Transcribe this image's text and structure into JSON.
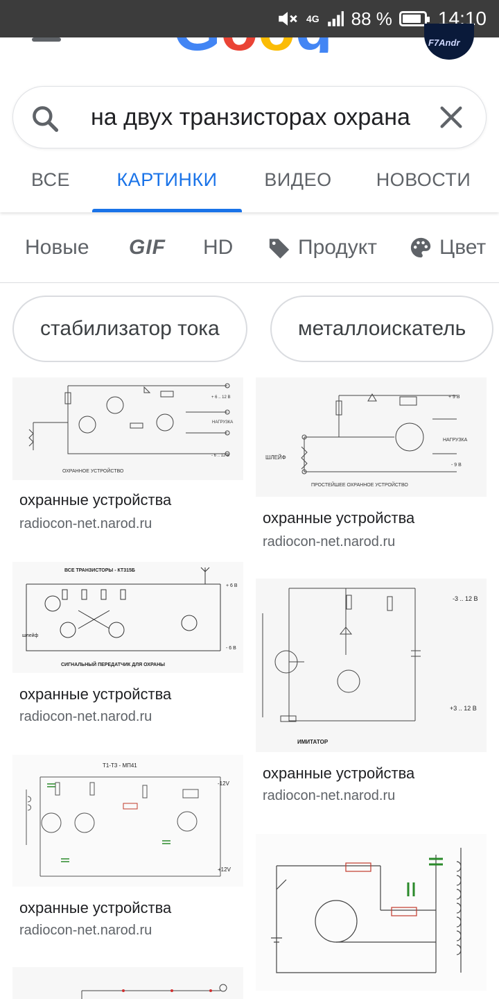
{
  "status_bar": {
    "network": "4G",
    "battery": "88 %",
    "battery_level": 0.88,
    "time": "14:10"
  },
  "header": {
    "logo": "Google",
    "avatar_text": "F7Andr",
    "search_query": "на двух транзисторах охрана",
    "tabs": [
      {
        "label": "ВСЕ"
      },
      {
        "label": "КАРТИНКИ",
        "active": true
      },
      {
        "label": "ВИДЕО"
      },
      {
        "label": "НОВОСТИ"
      }
    ]
  },
  "filters": [
    {
      "label": "Новые"
    },
    {
      "label": "GIF"
    },
    {
      "label": "HD"
    },
    {
      "label": "Продукт",
      "icon": "tag-icon"
    },
    {
      "label": "Цвет",
      "icon": "palette-icon"
    }
  ],
  "suggestions": [
    {
      "label": "стабилизатор тока"
    },
    {
      "label": "металлоискатель"
    }
  ],
  "results": [
    {
      "title": "охранные устройства",
      "source": "radiocon-net.narod.ru",
      "caption": "ОХРАННОЕ УСТРОЙСТВО"
    },
    {
      "title": "охранные устройства",
      "source": "radiocon-net.narod.ru",
      "caption": "ПРОСТЕЙШЕЕ ОХРАННОЕ УСТРОЙСТВО"
    },
    {
      "title": "охранные устройства",
      "source": "radiocon-net.narod.ru",
      "caption": "СИГНАЛЬНЫЙ ПЕРЕДАТЧИК ДЛЯ ОХРАНЫ",
      "top_label": "ВСЕ ТРАНЗИСТОРЫ - КТ315Б"
    },
    {
      "title": "охранные устройства",
      "source": "radiocon-net.narod.ru",
      "caption": "ИМИТАТОР"
    },
    {
      "title": "охранные устройства",
      "source": "radiocon-net.narod.ru",
      "top_label": "Т1-Т3 - МП41"
    },
    {
      "title": "",
      "source": "",
      "caption": ""
    },
    {
      "title": "",
      "source": ""
    }
  ],
  "colors": {
    "accent": "#1a73e8",
    "status_bar": "#3c3c3c",
    "text": "#202124",
    "secondary": "#5f6368"
  }
}
